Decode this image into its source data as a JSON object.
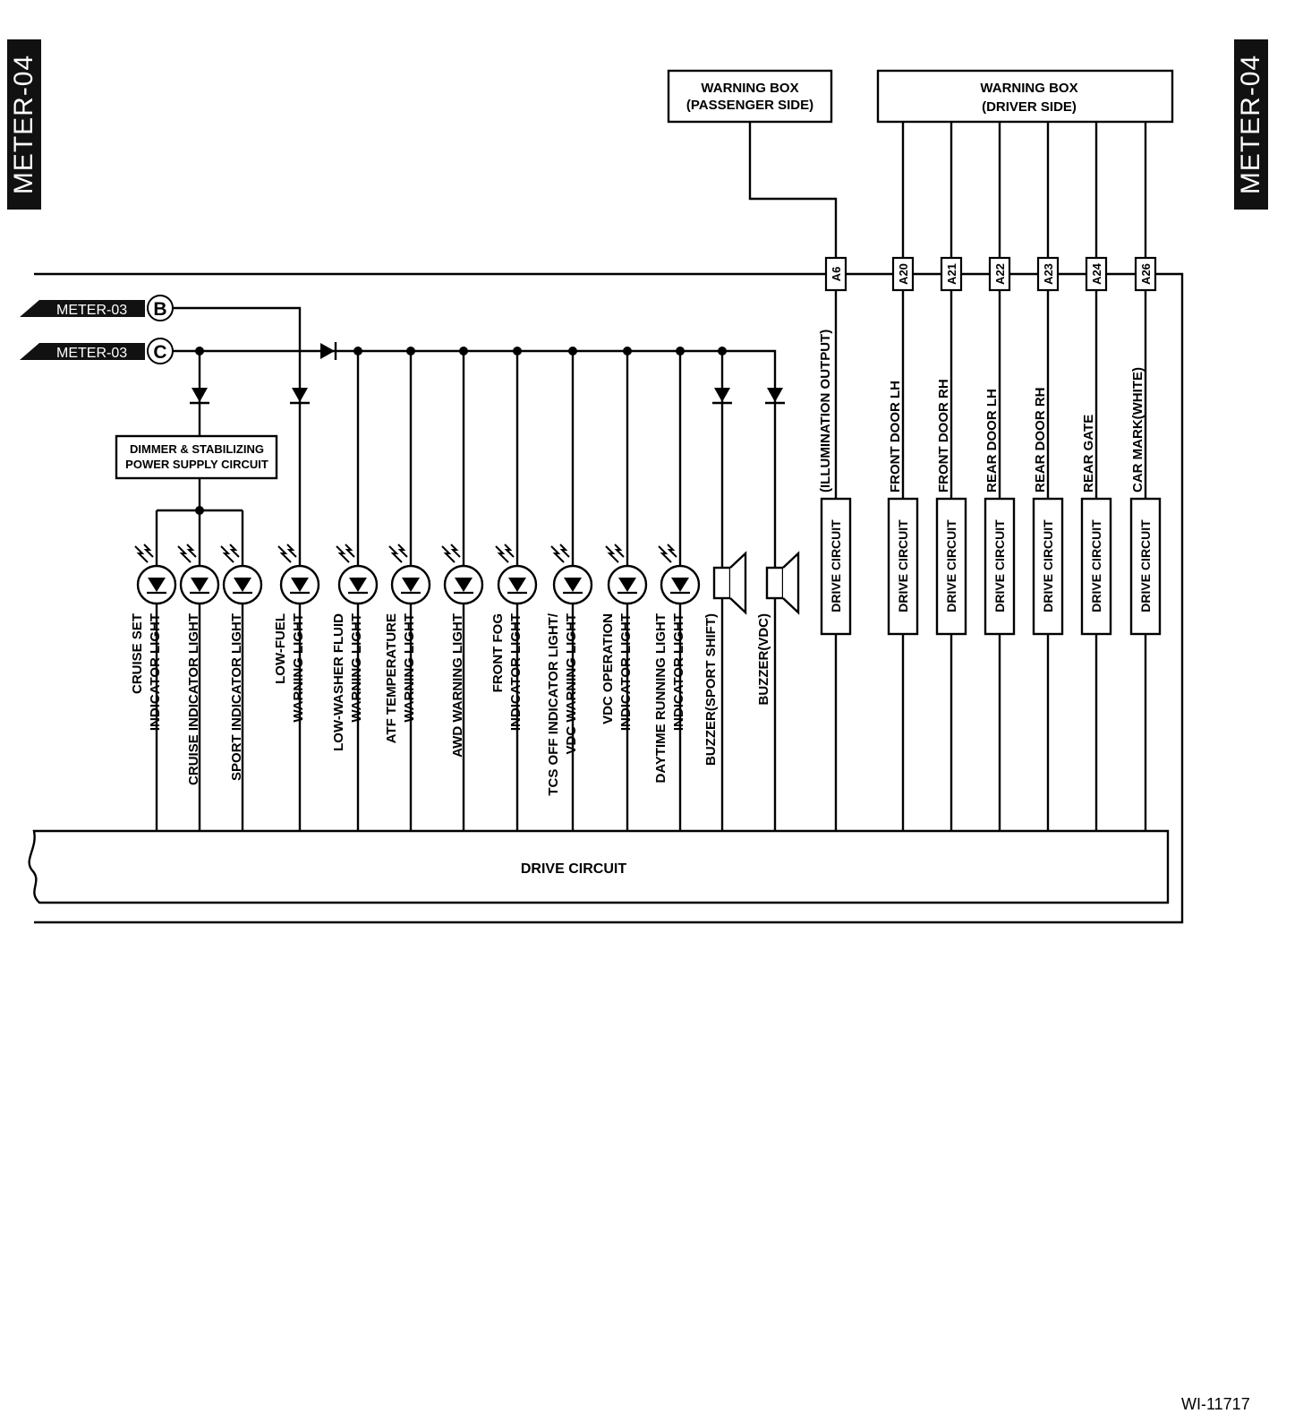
{
  "page_tag": "METER-04",
  "figure_id": "WI-11717",
  "warning_box_passenger": [
    "WARNING BOX",
    "(PASSENGER SIDE)"
  ],
  "warning_box_driver": [
    "WARNING BOX",
    "(DRIVER SIDE)"
  ],
  "meter_link_b": {
    "label": "METER-03",
    "letter": "B"
  },
  "meter_link_c": {
    "label": "METER-03",
    "letter": "C"
  },
  "dimmer_box": [
    "DIMMER & STABILIZING",
    "POWER SUPPLY CIRCUIT"
  ],
  "bottom_drive_circuit": "DRIVE CIRCUIT",
  "lamps": [
    {
      "lines": [
        "CRUISE SET",
        "INDICATOR LIGHT"
      ]
    },
    {
      "lines": [
        "CRUISE INDICATOR LIGHT"
      ]
    },
    {
      "lines": [
        "SPORT INDICATOR LIGHT"
      ]
    },
    {
      "lines": [
        "LOW-FUEL",
        "WARNING LIGHT"
      ]
    },
    {
      "lines": [
        "LOW-WASHER FLUID",
        "WARNING LIGHT"
      ]
    },
    {
      "lines": [
        "ATF TEMPERATURE",
        "WARNING LIGHT"
      ]
    },
    {
      "lines": [
        "AWD WARNING LIGHT"
      ]
    },
    {
      "lines": [
        "FRONT FOG",
        "INDICATOR LIGHT"
      ]
    },
    {
      "lines": [
        "TCS OFF INDICATOR LIGHT/",
        "VDC WARNING LIGHT"
      ]
    },
    {
      "lines": [
        "VDC OPERATION",
        "INDICATOR LIGHT"
      ]
    },
    {
      "lines": [
        "DAYTIME RUNNING LIGHT",
        "INDICATOR LIGHT"
      ]
    }
  ],
  "buzzers": [
    {
      "label": "BUZZER(SPORT SHIFT)"
    },
    {
      "label": "BUZZER(VDC)"
    }
  ],
  "outputs": [
    {
      "pin": "A6",
      "label": "(ILLUMINATION OUTPUT)",
      "box": "DRIVE CIRCUIT"
    },
    {
      "pin": "A20",
      "label": "FRONT DOOR LH",
      "box": "DRIVE CIRCUIT"
    },
    {
      "pin": "A21",
      "label": "FRONT DOOR RH",
      "box": "DRIVE CIRCUIT"
    },
    {
      "pin": "A22",
      "label": "REAR DOOR LH",
      "box": "DRIVE CIRCUIT"
    },
    {
      "pin": "A23",
      "label": "REAR DOOR RH",
      "box": "DRIVE CIRCUIT"
    },
    {
      "pin": "A24",
      "label": "REAR GATE",
      "box": "DRIVE CIRCUIT"
    },
    {
      "pin": "A26",
      "label": "CAR MARK(WHITE)",
      "box": "DRIVE CIRCUIT"
    }
  ]
}
